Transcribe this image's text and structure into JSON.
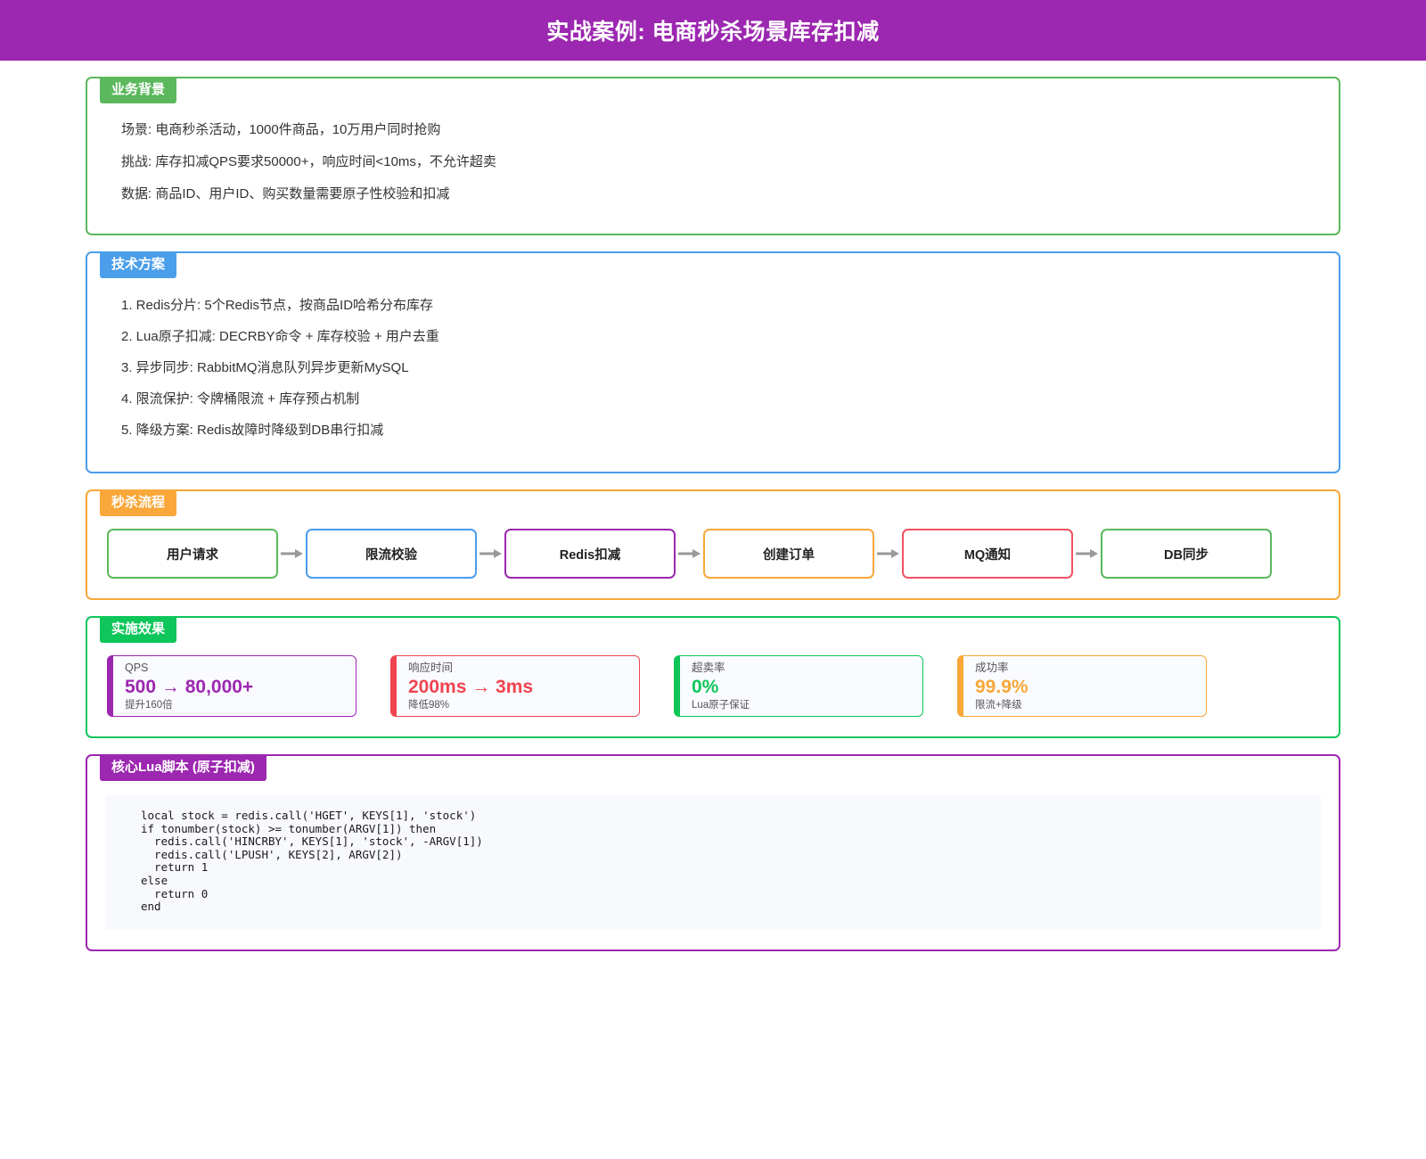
{
  "header": {
    "title": "实战案例: 电商秒杀场景库存扣减",
    "bg_color": "#9c27b0"
  },
  "sections": {
    "background": {
      "tag": "业务背景",
      "color": "#5cb85c",
      "lines": [
        "场景: 电商秒杀活动，1000件商品，10万用户同时抢购",
        "挑战: 库存扣减QPS要求50000+，响应时间<10ms，不允许超卖",
        "数据: 商品ID、用户ID、购买数量需要原子性校验和扣减"
      ]
    },
    "solution": {
      "tag": "技术方案",
      "color": "#4a9eea",
      "items": [
        "1. Redis分片: 5个Redis节点，按商品ID哈希分布库存",
        "2. Lua原子扣减: DECRBY命令 + 库存校验 + 用户去重",
        "3. 异步同步: RabbitMQ消息队列异步更新MySQL",
        "4. 限流保护: 令牌桶限流 + 库存预占机制",
        "5. 降级方案: Redis故障时降级到DB串行扣减"
      ]
    },
    "flow": {
      "tag": "秒杀流程",
      "color": "#f9a739",
      "steps": [
        {
          "label": "用户请求",
          "color": "#5cb85c"
        },
        {
          "label": "限流校验",
          "color": "#4a9eea"
        },
        {
          "label": "Redis扣减",
          "color": "#9c27b0"
        },
        {
          "label": "创建订单",
          "color": "#f9a739"
        },
        {
          "label": "MQ通知",
          "color": "#f05361"
        },
        {
          "label": "DB同步",
          "color": "#5cb85c"
        }
      ],
      "arrow_color": "#999999"
    },
    "effects": {
      "tag": "实施效果",
      "color": "#0ec65a",
      "cards": [
        {
          "label": "QPS",
          "value": "500 → 80,000+",
          "note": "提升160倍",
          "color": "#9c27b0"
        },
        {
          "label": "响应时间",
          "value": "200ms → 3ms",
          "note": "降低98%",
          "color": "#f0444f"
        },
        {
          "label": "超卖率",
          "value": "0%",
          "note": "Lua原子保证",
          "color": "#0ec65a"
        },
        {
          "label": "成功率",
          "value": "99.9%",
          "note": "限流+降级",
          "color": "#f9a739"
        }
      ]
    },
    "lua": {
      "tag": "核心Lua脚本 (原子扣减)",
      "color": "#9c27b0",
      "code": "local stock = redis.call('HGET', KEYS[1], 'stock')\nif tonumber(stock) >= tonumber(ARGV[1]) then\n  redis.call('HINCRBY', KEYS[1], 'stock', -ARGV[1])\n  redis.call('LPUSH', KEYS[2], ARGV[2])\n  return 1\nelse\n  return 0\nend"
    }
  }
}
